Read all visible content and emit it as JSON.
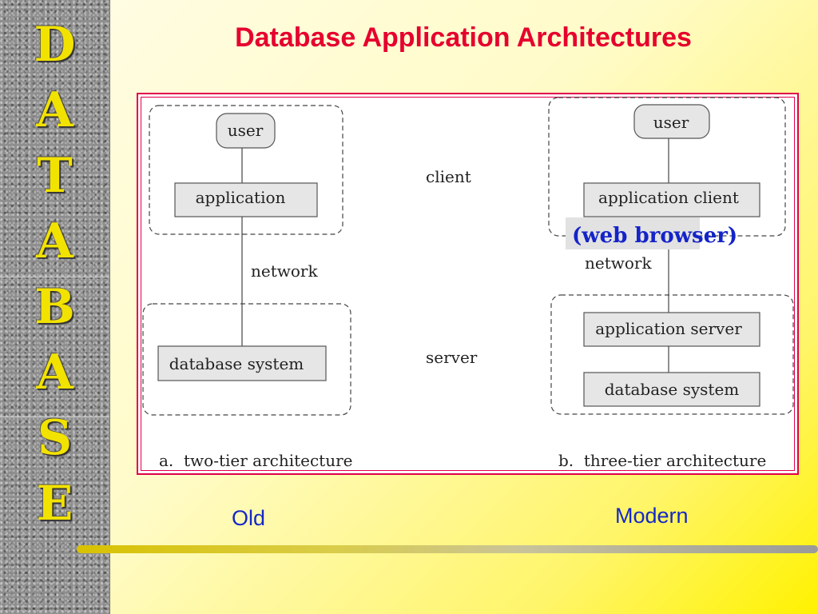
{
  "sidebar": {
    "letters": [
      "D",
      "A",
      "T",
      "A",
      "B",
      "A",
      "S",
      "E"
    ]
  },
  "slide": {
    "title": "Database Application Architectures"
  },
  "diagram": {
    "two_tier": {
      "user": "user",
      "application": "application",
      "network": "network",
      "database": "database system",
      "caption": "a.  two-tier architecture"
    },
    "middle": {
      "client": "client",
      "server": "server"
    },
    "three_tier": {
      "user": "user",
      "application_client": "application client",
      "web_browser": "(web browser)",
      "network": "network",
      "application_server": "application server",
      "database": "database system",
      "caption": "b.  three-tier architecture"
    }
  },
  "captions": {
    "old": "Old",
    "modern": "Modern"
  },
  "colors": {
    "title": "#e6002e",
    "caption": "#1528c8",
    "sidebar_letters": "#f2e200",
    "frame": "#e0004b"
  }
}
